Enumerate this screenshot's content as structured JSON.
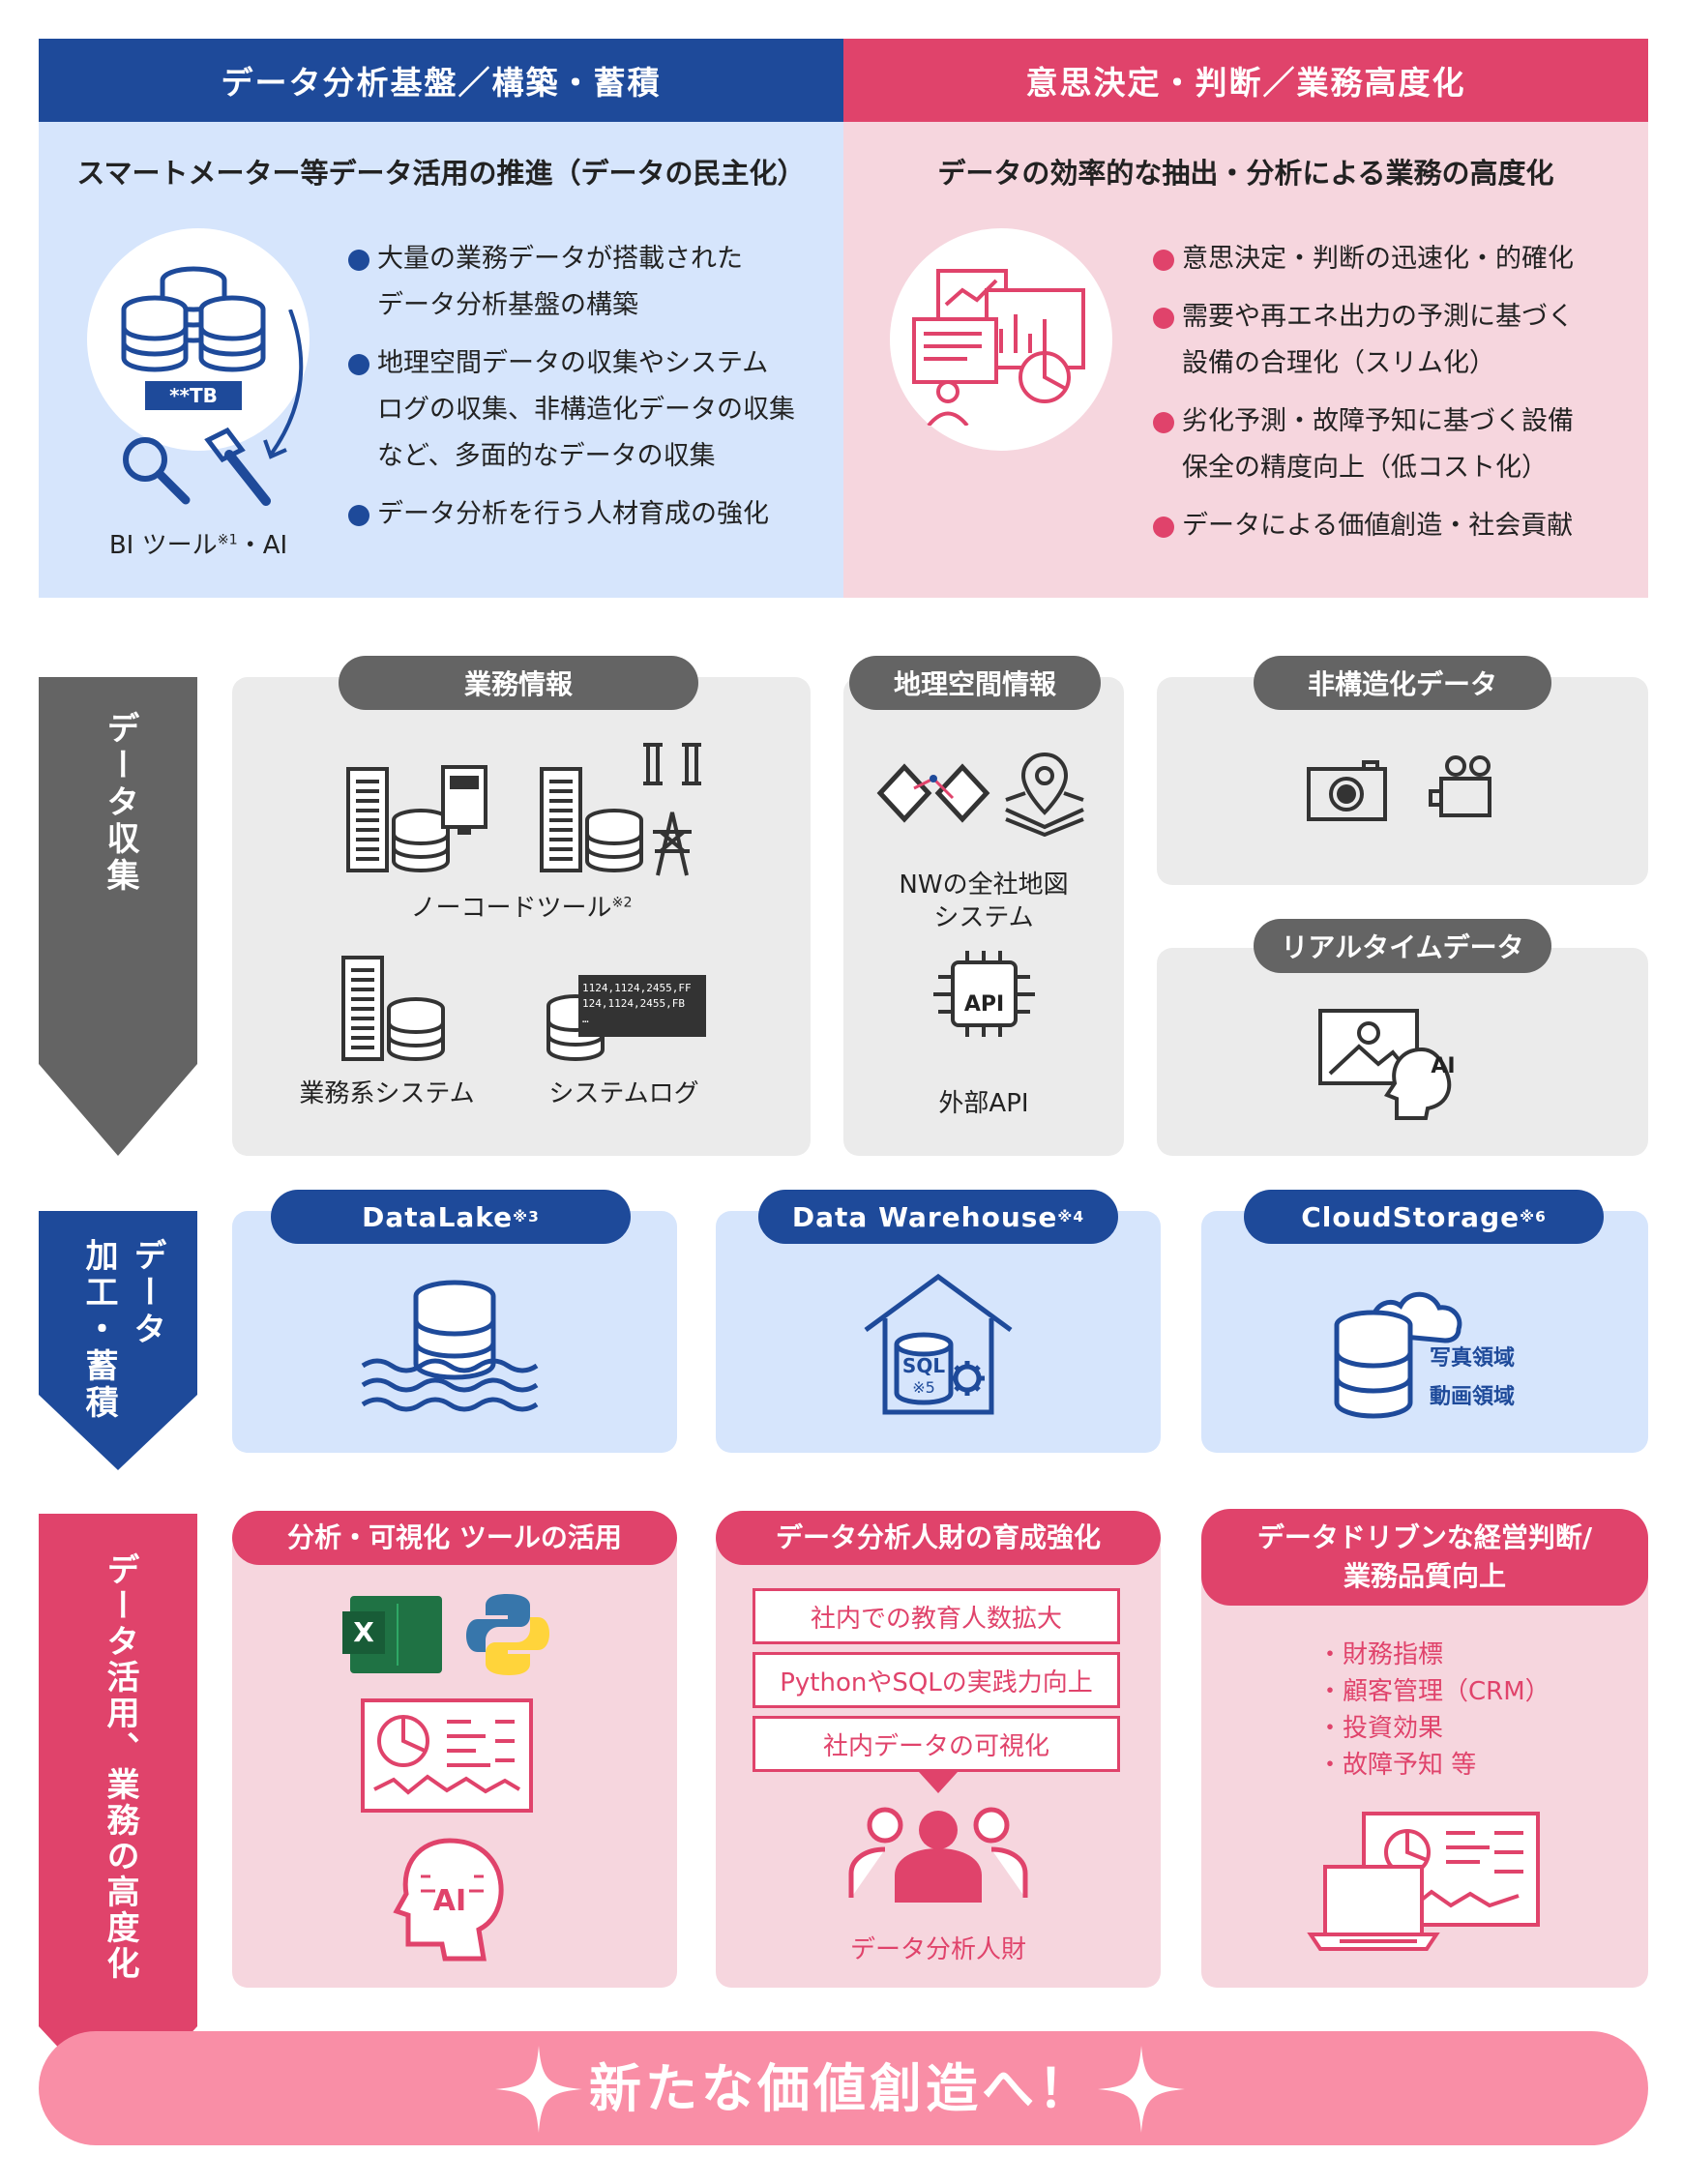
{
  "top": {
    "left": {
      "title": "データ分析基盤／構築・蓄積",
      "subtitle": "スマートメーター等データ活用の推進（データの民主化）",
      "tb_label": "**TB",
      "caption": "BI ツール",
      "caption_note": "※1",
      "caption_tail": "・AI",
      "bullets": [
        "大量の業務データが搭載された",
        "データ分析基盤の構築",
        "地理空間データの収集やシステム",
        "ログの収集、非構造化データの収集",
        "など、多面的なデータの収集",
        "データ分析を行う人材育成の強化"
      ]
    },
    "right": {
      "title": "意思決定・判断／業務高度化",
      "subtitle": "データの効率的な抽出・分析による業務の高度化",
      "bullets": [
        "意思決定・判断の迅速化・的確化",
        "需要や再エネ出力の予測に基づく",
        "設備の合理化（スリム化）",
        "劣化予測・故障予知に基づく設備",
        "保全の精度向上（低コスト化）",
        "データによる価値創造・社会貢献"
      ]
    }
  },
  "collect": {
    "side": "データ収集",
    "business": {
      "tab": "業務情報",
      "nocode": "ノーコードツール",
      "nocode_note": "※2",
      "bizsys": "業務系システム",
      "syslog": "システムログ",
      "log_lines": [
        "1124,1124,2455,FF",
        "124,1124,2455,FB",
        "…"
      ]
    },
    "geo": {
      "tab": "地理空間情報",
      "nw": "NWの全社地図",
      "nw2": "システム",
      "api_chip": "API",
      "api": "外部API"
    },
    "unstructured": {
      "tab": "非構造化データ"
    },
    "realtime": {
      "tab": "リアルタイムデータ",
      "ai_chip": "AI"
    }
  },
  "process": {
    "side1": "データ",
    "side2": "加工・蓄積",
    "datalake": {
      "tab": "DataLake",
      "note": "※3"
    },
    "dwh": {
      "tab": "Data Warehouse",
      "note": "※4",
      "sql": "SQL",
      "sql_note": "※5"
    },
    "cloud": {
      "tab": "CloudStorage",
      "note": "※6",
      "l1": "写真領域",
      "l2": "動画領域"
    }
  },
  "use": {
    "side": "データ活用、業務の高度化",
    "tools": {
      "tab": "分析・可視化 ツールの活用",
      "excel": "X",
      "ai": "AI"
    },
    "talent": {
      "tab": "データ分析人財の育成強化",
      "items": [
        "社内での教育人数拡大",
        "PythonやSQLの実践力向上",
        "社内データの可視化"
      ],
      "caption": "データ分析人財"
    },
    "driven": {
      "tab1": "データドリブンな経営判断/",
      "tab2": "業務品質向上",
      "items": [
        "・財務指標",
        "・顧客管理（CRM）",
        "・投資効果",
        "・故障予知 等"
      ]
    }
  },
  "footer": "新たな価値創造へ！",
  "colors": {
    "blue": "#1e4a9a",
    "pink": "#e0436b",
    "gray": "#646464",
    "lightblue": "#d6e5fc",
    "lightpink": "#f6d6de"
  }
}
